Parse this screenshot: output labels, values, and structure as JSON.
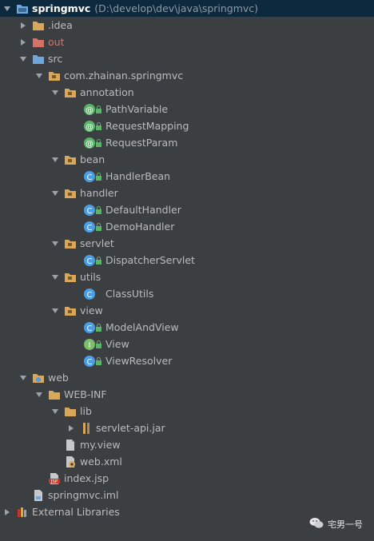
{
  "project": {
    "name": "springmvc",
    "path": "(D:\\develop\\dev\\java\\springmvc)"
  },
  "tree": {
    "idea": ".idea",
    "out": "out",
    "src": "src",
    "pkg": "com.zhainan.springmvc",
    "annotation": "annotation",
    "path_variable": "PathVariable",
    "request_mapping": "RequestMapping",
    "request_param": "RequestParam",
    "bean": "bean",
    "handler_bean": "HandlerBean",
    "handler": "handler",
    "default_handler": "DefaultHandler",
    "demo_handler": "DemoHandler",
    "servlet": "servlet",
    "dispatcher_servlet": "DispatcherServlet",
    "utils": "utils",
    "class_utils": "ClassUtils",
    "view_pkg": "view",
    "model_and_view": "ModelAndView",
    "view_iface": "View",
    "view_resolver": "ViewResolver",
    "web": "web",
    "web_inf": "WEB-INF",
    "lib": "lib",
    "servlet_api_jar": "servlet-api.jar",
    "my_view": "my.view",
    "web_xml": "web.xml",
    "index_jsp": "index.jsp",
    "iml": "springmvc.iml",
    "external_libraries": "External Libraries"
  },
  "icon_letters": {
    "annotation": "@",
    "class": "C",
    "interface": "I",
    "jsp": "JSP"
  },
  "watermark": {
    "text": "宅男一号"
  },
  "colors": {
    "background": "#3c3f41",
    "selection": "#0d293e",
    "folder": "#d9a75a",
    "source_folder": "#6fa8dc",
    "excluded_folder": "#d4736a",
    "class_icon": "#4a9ee8",
    "annotation_icon": "#5ab56b",
    "interface_icon": "#7cbc6a"
  }
}
